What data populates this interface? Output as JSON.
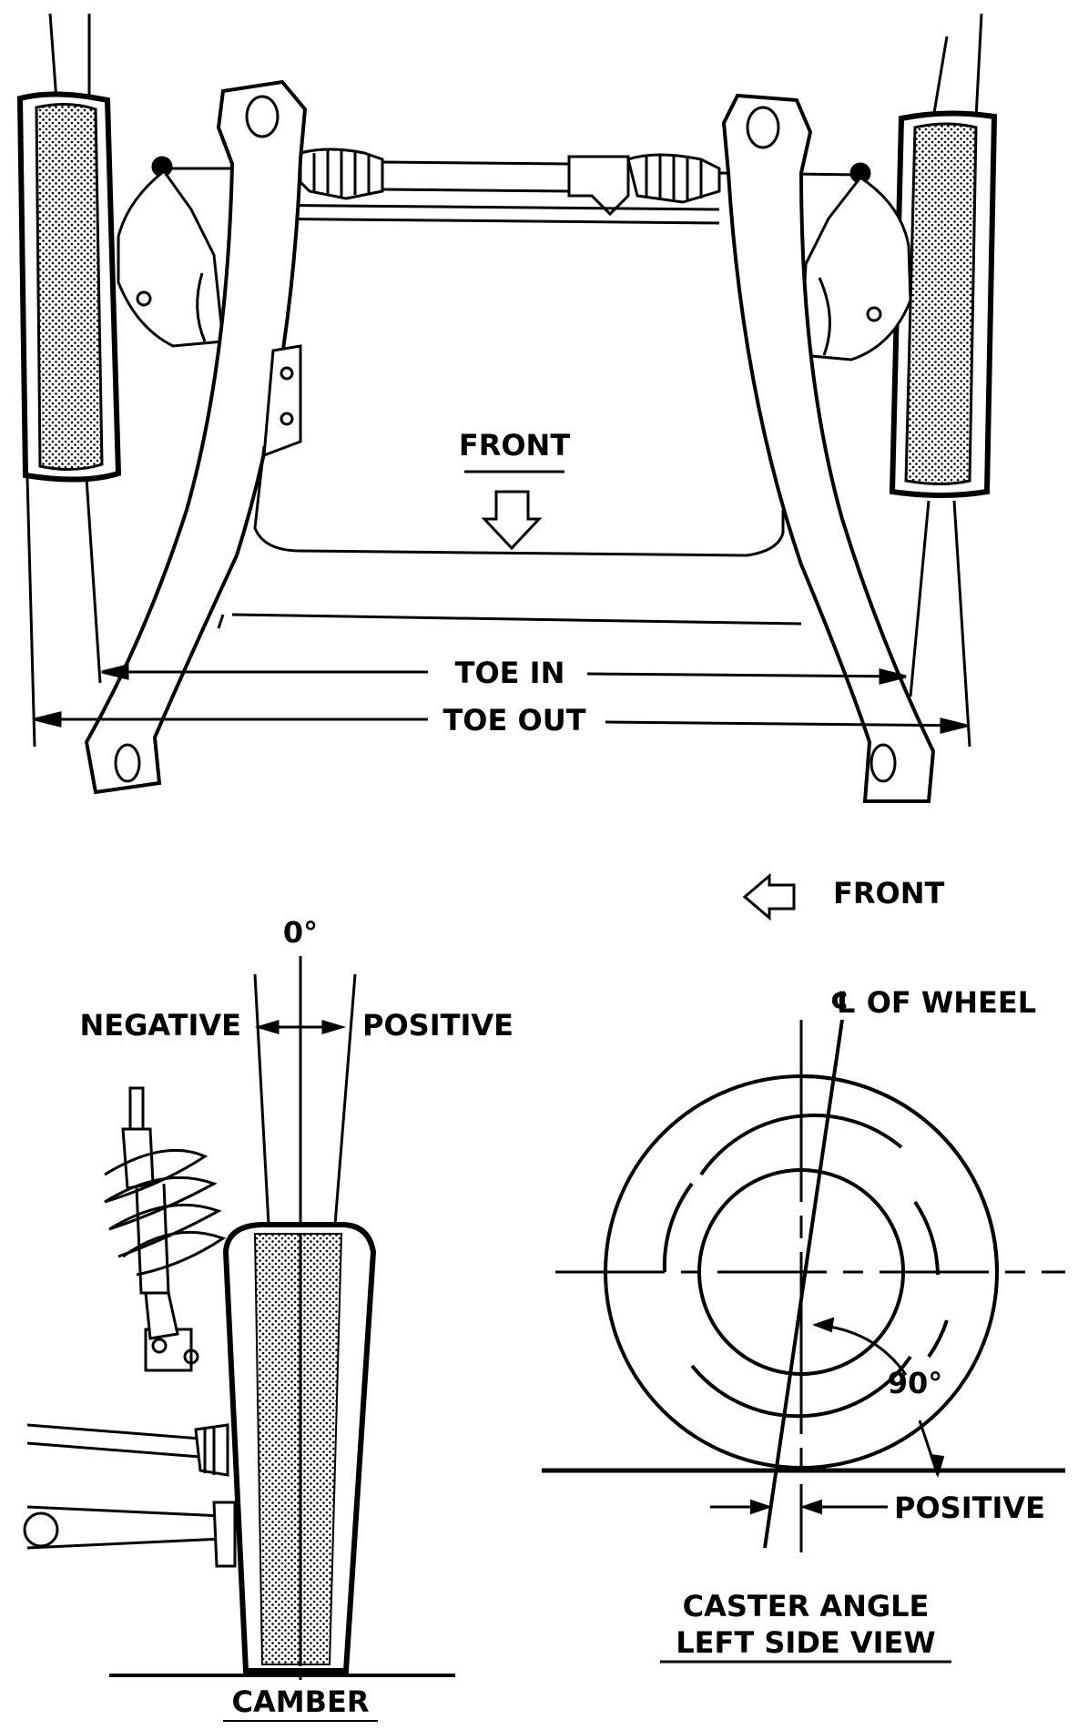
{
  "labels": {
    "front_top": "FRONT",
    "toe_in": "TOE IN",
    "toe_out": "TOE OUT",
    "front_right": "FRONT",
    "zero_deg": "0°",
    "negative": "NEGATIVE",
    "positive_camber": "POSITIVE",
    "camber": "CAMBER",
    "cl_of_wheel": "℄ OF WHEEL",
    "ninety": "90°",
    "positive_caster": "POSITIVE",
    "caster_angle": "CASTER ANGLE",
    "left_side_view": "LEFT SIDE VIEW"
  },
  "colors": {
    "ink": "#000000",
    "paper": "#ffffff"
  }
}
